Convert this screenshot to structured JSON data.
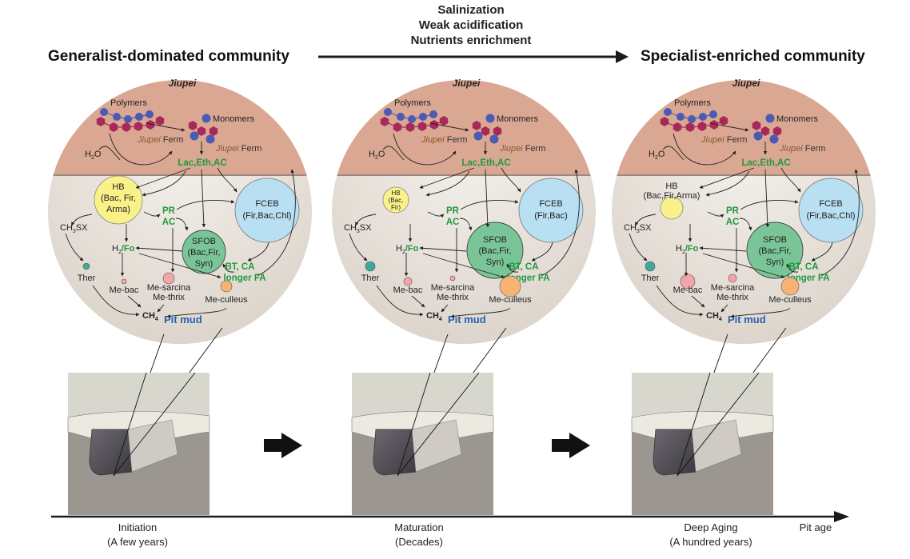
{
  "header": {
    "left_title": "Generalist-dominated community",
    "right_title": "Specialist-enriched community",
    "conditions": [
      "Salinization",
      "Weak acidification",
      "Nutrients enrichment"
    ]
  },
  "colors": {
    "jiupei_layer": "#d9a792",
    "pit_mud_layer": "#e9e3dc",
    "hb": "#fbf189",
    "fceb": "#b8dff2",
    "sfob": "#7ac598",
    "ther": "#3fa89a",
    "me_bac": "#f2a5a8",
    "me_culleus": "#f5b473",
    "polymer_blue": "#4b5bb3",
    "polymer_red": "#a8285a",
    "green_text": "#1f9a3f",
    "pit_mud_text": "#2660b0"
  },
  "panels": [
    {
      "jiupei": "Jiupei",
      "polymers": "Polymers",
      "monomers": "Monomers",
      "ferm_italic": "Jiupei",
      "ferm": " Ferm",
      "h2o": "H",
      "h2o_sub": "2",
      "h2o_o": "O",
      "products": "Lac,Eth,AC",
      "hb_name": "HB",
      "hb_taxa": [
        "(Bac, Fir,",
        "Arma)"
      ],
      "fceb_name": "FCEB",
      "fceb_taxa": "(Fir,Bac,Chl)",
      "sfob_name": "SFOB",
      "sfob_taxa": [
        "(Bac,Fir,",
        "Syn)"
      ],
      "pr": "PR",
      "ac": "AC",
      "ch3sx": "CH",
      "ch3sx_sub": "3",
      "ch3sx_tail": "SX",
      "h2": "H",
      "h2_sub": "2",
      "fo": "/Fo",
      "bt_ca": "BT, CA",
      "longer_fa": "longer FA",
      "ther": "Ther",
      "me_bac": "Me-bac",
      "me_sarcina": "Me-sarcina",
      "me_thrix": "Me-thrix",
      "me_culleus": "Me-culleus",
      "ch4": "CH",
      "ch4_sub": "4",
      "pit_mud": "Pit mud"
    },
    {
      "jiupei": "Jiupei",
      "polymers": "Polymers",
      "monomers": "Monomers",
      "ferm_italic": "Jiupei",
      "ferm": " Ferm",
      "h2o": "H",
      "h2o_sub": "2",
      "h2o_o": "O",
      "products": "Lac,Eth,AC",
      "hb_name": "HB",
      "hb_taxa": [
        "(Bac,",
        "Fir)"
      ],
      "fceb_name": "FCEB",
      "fceb_taxa": "(Fir,Bac)",
      "sfob_name": "SFOB",
      "sfob_taxa": [
        "(Bac,Fir,",
        "Syn)"
      ],
      "pr": "PR",
      "ac": "AC",
      "ch3sx": "CH",
      "ch3sx_sub": "3",
      "ch3sx_tail": "SX",
      "h2": "H",
      "h2_sub": "2",
      "fo": "/Fo",
      "bt_ca": "BT, CA",
      "longer_fa": "longer FA",
      "ther": "Ther",
      "me_bac": "Me-bac",
      "me_sarcina": "Me-sarcina",
      "me_thrix": "Me-thrix",
      "me_culleus": "Me-culleus",
      "ch4": "CH",
      "ch4_sub": "4",
      "pit_mud": "Pit mud"
    },
    {
      "jiupei": "Jiupei",
      "polymers": "Polymers",
      "monomers": "Monomers",
      "ferm_italic": "Jiupei",
      "ferm": " Ferm",
      "h2o": "H",
      "h2o_sub": "2",
      "h2o_o": "O",
      "products": "Lac,Eth,AC",
      "hb_name": "HB",
      "hb_taxa": [
        "(Bac,Fir,Arma)"
      ],
      "fceb_name": "FCEB",
      "fceb_taxa": "(Fir,Bac,Chl)",
      "sfob_name": "SFOB",
      "sfob_taxa": [
        "(Bac,Fir,",
        "Syn)"
      ],
      "pr": "PR",
      "ac": "AC",
      "ch3sx": "CH",
      "ch3sx_sub": "3",
      "ch3sx_tail": "SX",
      "h2": "H",
      "h2_sub": "2",
      "fo": "/Fo",
      "bt_ca": "BT, CA",
      "longer_fa": "longer FA",
      "ther": "Ther",
      "me_bac": "Me-bac",
      "me_sarcina": "Me-sarcina",
      "me_thrix": "Me-thrix",
      "me_culleus": "Me-culleus",
      "ch4": "CH",
      "ch4_sub": "4",
      "pit_mud": "Pit mud"
    }
  ],
  "timeline": {
    "axis_label": "Pit age",
    "stages": [
      {
        "name": "Initiation",
        "duration": "(A few years)"
      },
      {
        "name": "Maturation",
        "duration": "(Decades)"
      },
      {
        "name": "Deep Aging",
        "duration": "(A hundred years)"
      }
    ]
  }
}
